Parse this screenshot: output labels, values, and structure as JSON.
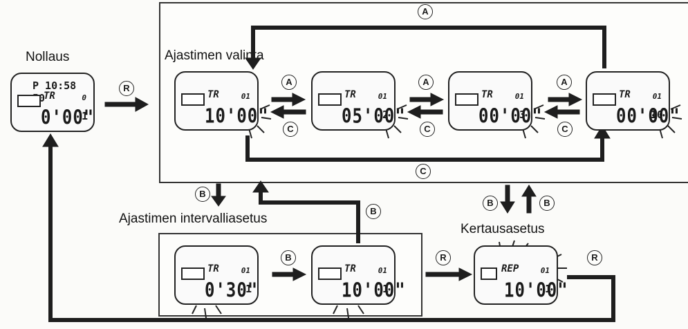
{
  "labels": {
    "reset": "Nollaus",
    "timer_select": "Ajastimen valinta",
    "interval_set": "Ajastimen intervalliasetus",
    "repeat_set": "Kertausasetus"
  },
  "buttons": {
    "a": "A",
    "b": "B",
    "c": "C",
    "r": "R"
  },
  "lcds": {
    "reset": {
      "top": "P 10:58 50",
      "mode": "TR",
      "small": "0",
      "main": "0'00\"",
      "suffix": "1"
    },
    "select1": {
      "mode": "TR",
      "small": "01",
      "main": "10'00\"",
      "suffix": ""
    },
    "select2": {
      "mode": "TR",
      "small": "01",
      "main": "05'00\"",
      "suffix": "2"
    },
    "select3": {
      "mode": "TR",
      "small": "01",
      "main": "00'00\"",
      "suffix": "3"
    },
    "select4": {
      "mode": "TR",
      "small": "01",
      "main": "00'00\"",
      "suffix": "10"
    },
    "interval1": {
      "mode": "TR",
      "small": "01",
      "main": "0'30\"",
      "suffix": "1"
    },
    "interval2": {
      "mode": "TR",
      "small": "01",
      "main": "10'00\"",
      "suffix": "1"
    },
    "repeat": {
      "mode": "REP",
      "small": "01",
      "main": "10'00\"",
      "suffix": "1"
    }
  },
  "colors": {
    "line": "#1e1e1e",
    "frame": "#333333"
  }
}
